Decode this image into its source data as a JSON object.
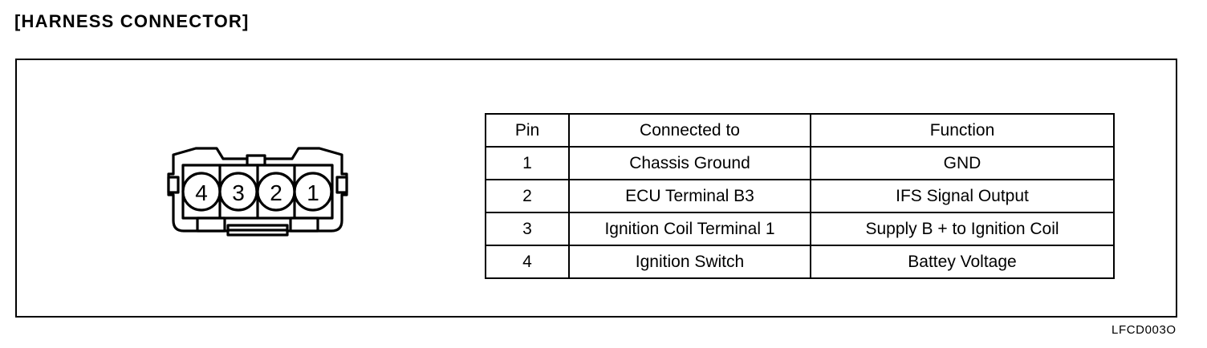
{
  "document": {
    "title": "[HARNESS CONNECTOR]",
    "figure_code": "LFCD003O"
  },
  "connector": {
    "name": "4-pin harness connector",
    "pin_labels": [
      "4",
      "3",
      "2",
      "1"
    ],
    "pin_count": 4,
    "stroke_color": "#000000",
    "fill_color": "#ffffff"
  },
  "pin_table": {
    "headers": [
      "Pin",
      "Connected to",
      "Function"
    ],
    "rows": [
      {
        "pin": "1",
        "connected_to": "Chassis Ground",
        "function": "GND"
      },
      {
        "pin": "2",
        "connected_to": "ECU Terminal B3",
        "function": "IFS Signal Output"
      },
      {
        "pin": "3",
        "connected_to": "Ignition Coil Terminal 1",
        "function": "Supply B + to Ignition Coil"
      },
      {
        "pin": "4",
        "connected_to": "Ignition Switch",
        "function": "Battey Voltage"
      }
    ]
  }
}
